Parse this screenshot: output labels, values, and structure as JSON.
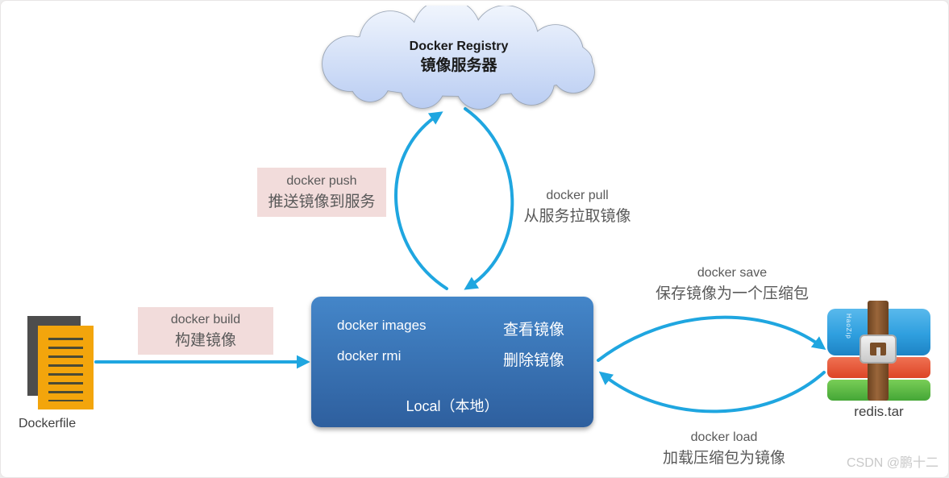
{
  "cloud": {
    "line1": "Docker Registry",
    "line2": "镜像服务器"
  },
  "local_box": {
    "rows": [
      {
        "cmd": "docker images",
        "desc": "查看镜像"
      },
      {
        "cmd": "docker rmi",
        "desc": "删除镜像"
      }
    ],
    "footer": "Local（本地）"
  },
  "dockerfile": {
    "label": "Dockerfile"
  },
  "archive": {
    "label": "redis.tar",
    "spine_text": "HaoZip"
  },
  "edges": {
    "push": {
      "en": "docker push",
      "zh": "推送镜像到服务"
    },
    "pull": {
      "en": "docker pull",
      "zh": "从服务拉取镜像"
    },
    "build": {
      "en": "docker build",
      "zh": "构建镜像"
    },
    "save": {
      "en": "docker save",
      "zh": "保存镜像为一个压缩包"
    },
    "load": {
      "en": "docker load",
      "zh": "加载压缩包为镜像"
    }
  },
  "watermark": "CSDN @鹏十二",
  "colors": {
    "arrow": "#1fa6e0",
    "label_bg": "#f2dcdb",
    "box_top": "#4486c9",
    "box_bottom": "#2e5f9e",
    "cloud_top": "#f0f5fd",
    "cloud_bottom": "#b7cbf2",
    "text_gray": "#595959"
  }
}
